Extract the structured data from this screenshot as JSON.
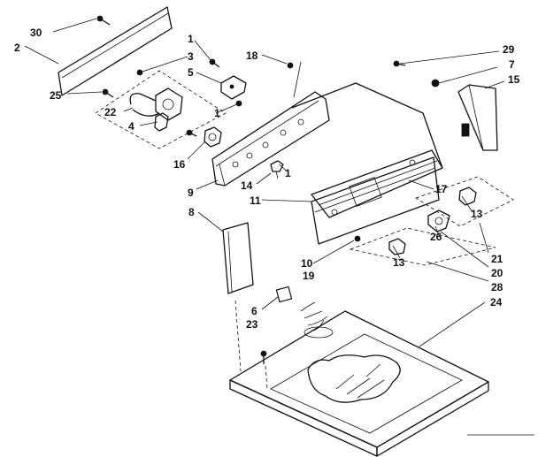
{
  "diagram": {
    "callouts": [
      {
        "id": "c30a",
        "text": "30"
      },
      {
        "id": "c2",
        "text": "2"
      },
      {
        "id": "c25",
        "text": "25"
      },
      {
        "id": "c22",
        "text": "22"
      },
      {
        "id": "c4",
        "text": "4"
      },
      {
        "id": "c1a",
        "text": "1"
      },
      {
        "id": "c3",
        "text": "3"
      },
      {
        "id": "c5",
        "text": "5"
      },
      {
        "id": "c1b",
        "text": "1"
      },
      {
        "id": "c16",
        "text": "16"
      },
      {
        "id": "c18",
        "text": "18"
      },
      {
        "id": "c9",
        "text": "9"
      },
      {
        "id": "c14",
        "text": "14"
      },
      {
        "id": "c1c",
        "text": "1"
      },
      {
        "id": "c11",
        "text": "11"
      },
      {
        "id": "c8",
        "text": "8"
      },
      {
        "id": "c29",
        "text": "29"
      },
      {
        "id": "c7",
        "text": "7"
      },
      {
        "id": "c15",
        "text": "15"
      },
      {
        "id": "c17",
        "text": "17"
      },
      {
        "id": "c13a",
        "text": "13"
      },
      {
        "id": "c26",
        "text": "26"
      },
      {
        "id": "c21",
        "text": "21"
      },
      {
        "id": "c20",
        "text": "20"
      },
      {
        "id": "c28",
        "text": "28"
      },
      {
        "id": "c13b",
        "text": "13"
      },
      {
        "id": "c10",
        "text": "10"
      },
      {
        "id": "c19",
        "text": "19"
      },
      {
        "id": "c6",
        "text": "6"
      },
      {
        "id": "c23",
        "text": "23"
      },
      {
        "id": "c24",
        "text": "24"
      }
    ]
  }
}
